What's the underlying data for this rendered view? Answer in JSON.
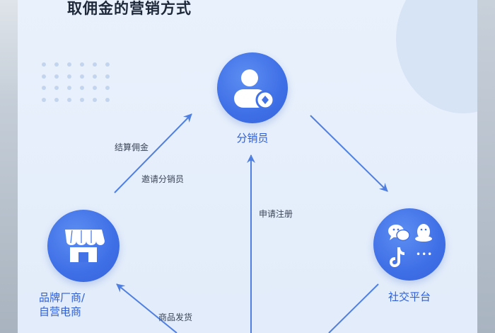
{
  "title": "取佣金的营销方式",
  "colors": {
    "accent": "#3f6fe6",
    "label": "#2f5fd6",
    "arrow": "#4f7fe0",
    "background": "#e6eefa"
  },
  "nodes": {
    "distributor": {
      "label": "分销员",
      "icon": "user-coin-icon"
    },
    "social": {
      "label": "社交平台",
      "icon": "social-apps-icon",
      "more_glyph": "•••"
    },
    "brand": {
      "label_line1": "品牌厂商/",
      "label_line2": "自营电商",
      "icon": "store-icon"
    }
  },
  "edges": {
    "settle": "结算佣金",
    "invite": "邀请分销员",
    "register": "申请注册",
    "ship": "商品发货"
  }
}
